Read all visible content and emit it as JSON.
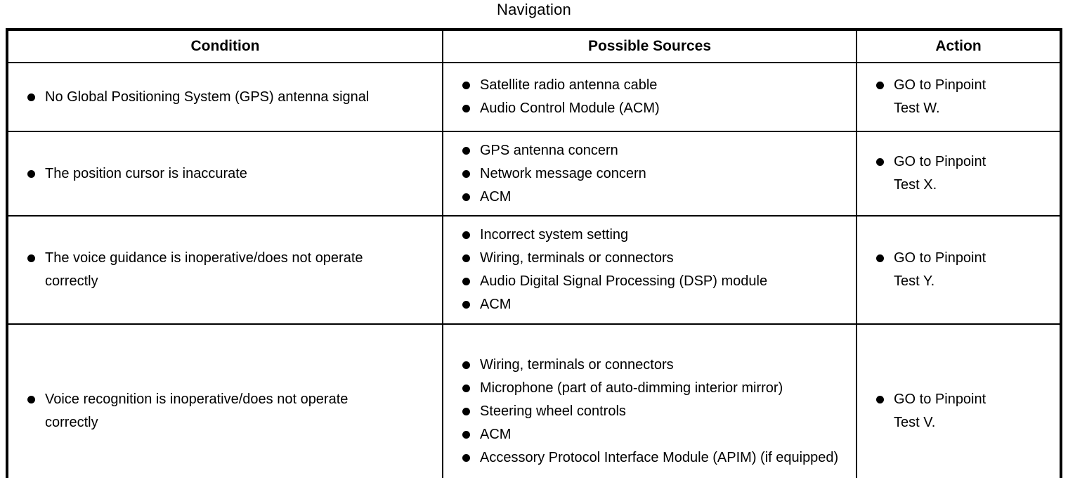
{
  "title": "Navigation",
  "table": {
    "columns": [
      "Condition",
      "Possible Sources",
      "Action"
    ],
    "rows": [
      {
        "condition": [
          "No Global Positioning System (GPS) antenna signal"
        ],
        "sources": [
          "Satellite radio antenna cable",
          "Audio Control Module (ACM)"
        ],
        "action": [
          "GO to Pinpoint Test W."
        ]
      },
      {
        "condition": [
          "The position cursor is inaccurate"
        ],
        "sources": [
          "GPS antenna concern",
          "Network message concern",
          "ACM"
        ],
        "action": [
          "GO to Pinpoint Test X."
        ]
      },
      {
        "condition": [
          "The voice guidance is inoperative/does not operate correctly"
        ],
        "sources": [
          "Incorrect system setting",
          "Wiring, terminals or connectors",
          "Audio Digital Signal Processing (DSP) module",
          "ACM"
        ],
        "action": [
          "GO to Pinpoint Test Y."
        ]
      },
      {
        "condition": [
          "Voice recognition is inoperative/does not operate correctly"
        ],
        "sources": [
          "Wiring, terminals or connectors",
          "Microphone (part of auto-dimming interior mirror)",
          "Steering wheel controls",
          "ACM",
          "Accessory Protocol Interface Module (APIM) (if equipped)"
        ],
        "action": [
          "GO to Pinpoint Test V."
        ]
      }
    ]
  }
}
